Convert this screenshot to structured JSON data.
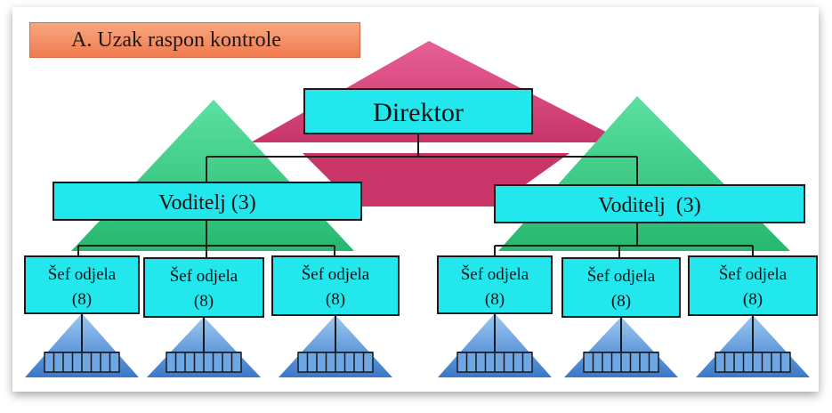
{
  "title": "A. Uzak raspon kontrole",
  "director": {
    "label": "Direktor"
  },
  "managers": [
    {
      "label": "Voditelj (3)"
    },
    {
      "label": "Voditelj  (3)"
    }
  ],
  "department_heads": [
    {
      "line1": "Šef odjela",
      "line2": "(8)"
    },
    {
      "line1": "Šef odjela",
      "line2": "(8)"
    },
    {
      "line1": "Šef odjela",
      "line2": "(8)"
    },
    {
      "line1": "Šef odjela",
      "line2": "(8)"
    },
    {
      "line1": "Šef odjela",
      "line2": "(8)"
    },
    {
      "line1": "Šef odjela",
      "line2": "(8)"
    }
  ],
  "colors": {
    "director_triangle": "#d9487e",
    "manager_triangle": "#3fcf86",
    "box_fill": "#22e8ee",
    "box_border": "#1a1a1a",
    "worker_triangle": "#4f8fd8",
    "title_fill": "#f4875c"
  },
  "workers_per_group": 8
}
